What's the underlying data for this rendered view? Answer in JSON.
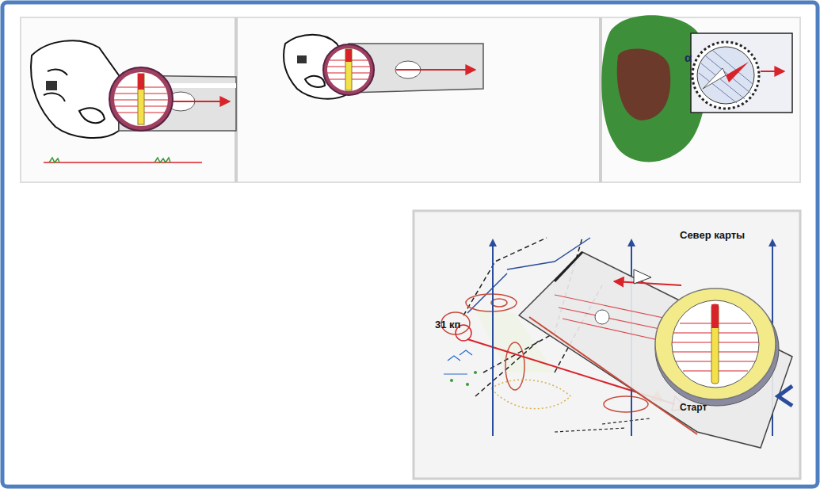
{
  "diagram": {
    "labels": [
      "Север карты",
      "31 кп",
      "Старт",
      "α"
    ]
  }
}
